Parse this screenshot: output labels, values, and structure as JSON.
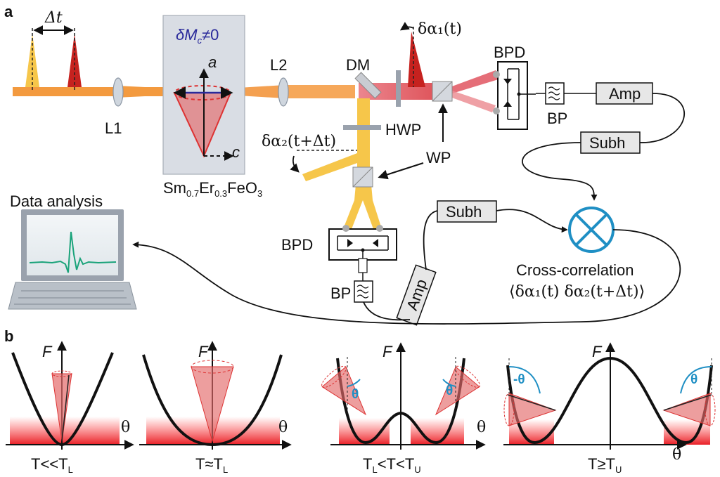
{
  "panel_a": {
    "label": "a",
    "delta_t": "Δt",
    "sample_condition": "δM",
    "sample_condition_sub": "c",
    "sample_condition_rest": "≠0",
    "axis_a": "a",
    "axis_c": "c",
    "sample_parts": [
      "Sm",
      "0.7",
      "Er",
      "0.3",
      "FeO",
      "3"
    ],
    "L1": "L1",
    "L2": "L2",
    "DM": "DM",
    "HWP": "HWP",
    "WP": "WP",
    "BPD_top": "BPD",
    "BPD_bottom": "BPD",
    "BP_top": "BP",
    "BP_bottom": "BP",
    "Amp_top": "Amp",
    "Amp_bottom": "Amp",
    "Subh_top": "Subh",
    "Subh_bottom": "Subh",
    "delta_alpha1": "δα₁(t)",
    "delta_alpha2": "δα₂(t+Δt)",
    "data_analysis": "Data analysis",
    "cross_correlation": "Cross-correlation",
    "correlation_formula": "⟨δα₁(t) δα₂(t+Δt)⟩"
  },
  "panel_b": {
    "label": "b",
    "y_axis": "F",
    "x_axis": "θ",
    "theta_label": "θ",
    "neg_theta_label": "-θ",
    "conditions": [
      {
        "main": "T<<T",
        "sub": "L"
      },
      {
        "main": "T≈T",
        "sub": "L"
      },
      {
        "main": "T",
        "sub": "L",
        "main2": "<T<T",
        "sub2": "U"
      },
      {
        "main": "T≥T",
        "sub": "U"
      }
    ]
  },
  "colors": {
    "beam_orange": "#f5a04a",
    "beam_yellow": "#f6c64a",
    "beam_red": "#d9363e",
    "cone_red": "#e46a6a",
    "cross_blue": "#1f8fc4",
    "sample_gray": "#d9dde4",
    "trace_green": "#1aa37a",
    "arrow_purple": "#2a2a9a"
  }
}
